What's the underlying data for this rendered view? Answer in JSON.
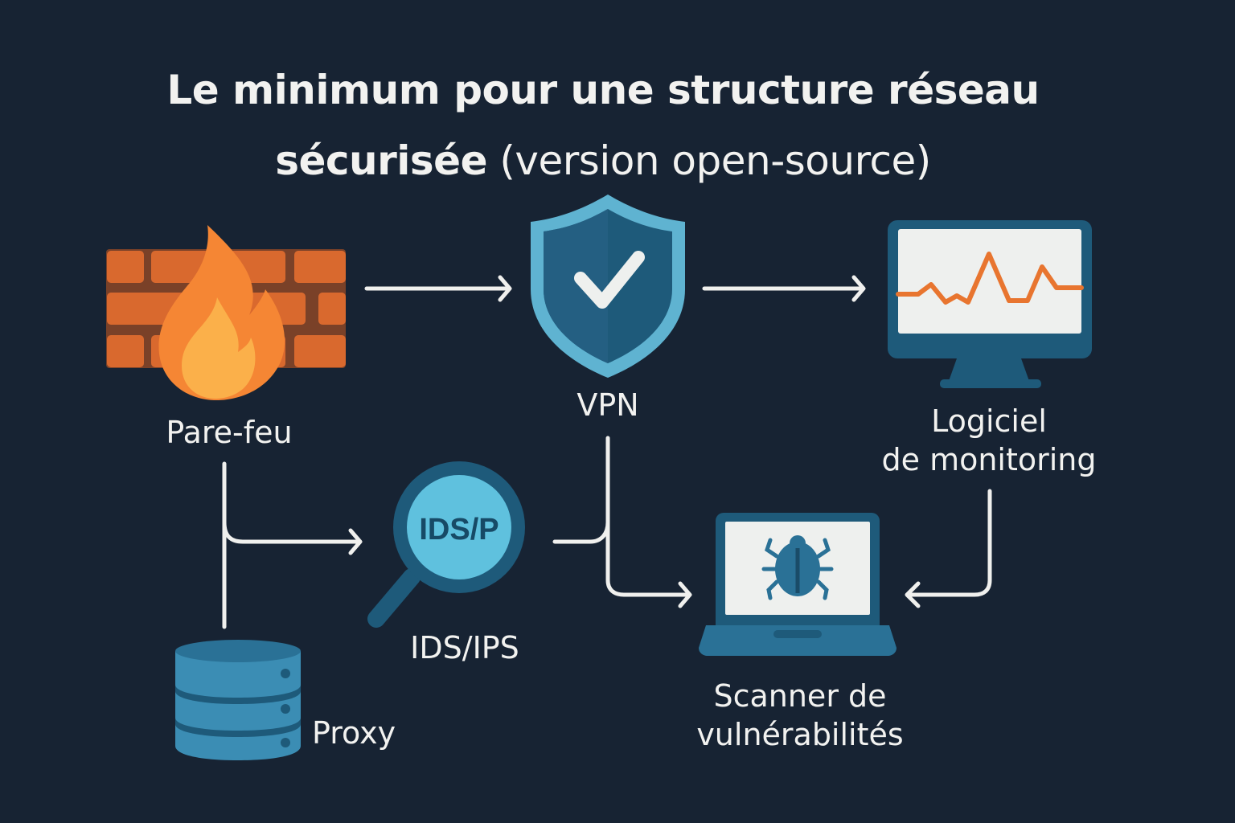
{
  "title": {
    "line1": "Le minimum pour une structure réseau",
    "line2_bold": "sécurisée",
    "line2_rest": " (version open-source)"
  },
  "nodes": {
    "firewall": {
      "label": "Pare-feu",
      "icon": "firewall-icon"
    },
    "vpn": {
      "label": "VPN",
      "icon": "shield-check-icon"
    },
    "monitoring": {
      "label_line1": "Logiciel",
      "label_line2": "de monitoring",
      "icon": "monitor-chart-icon"
    },
    "ids": {
      "label": "IDS/IPS",
      "lens_text": "IDS/P",
      "icon": "magnifier-icon"
    },
    "scanner": {
      "label_line1": "Scanner de",
      "label_line2": "vulnérabilités",
      "icon": "laptop-bug-icon"
    },
    "proxy": {
      "label": "Proxy",
      "icon": "database-server-icon"
    }
  },
  "edges": [
    {
      "from": "Pare-feu",
      "to": "VPN"
    },
    {
      "from": "VPN",
      "to": "Logiciel de monitoring"
    },
    {
      "from": "Pare-feu",
      "to": "IDS/IPS"
    },
    {
      "from": "Pare-feu",
      "to": "Proxy"
    },
    {
      "from": "VPN",
      "to": "Scanner de vulnérabilités"
    },
    {
      "from": "IDS/IPS",
      "to": "Scanner de vulnérabilités"
    },
    {
      "from": "Logiciel de monitoring",
      "to": "Scanner de vulnérabilités"
    }
  ],
  "colors": {
    "background": "#172333",
    "brick": "#d9692e",
    "mortar": "#7a4128",
    "flame_outer": "#f58634",
    "flame_inner": "#fbb04a",
    "blue_dark": "#1e5a7a",
    "blue_mid": "#2a7196",
    "blue_light": "#5fb3d1",
    "screen": "#eef0ee",
    "chart_line": "#e8752f",
    "arrow": "#f0f0ee"
  }
}
